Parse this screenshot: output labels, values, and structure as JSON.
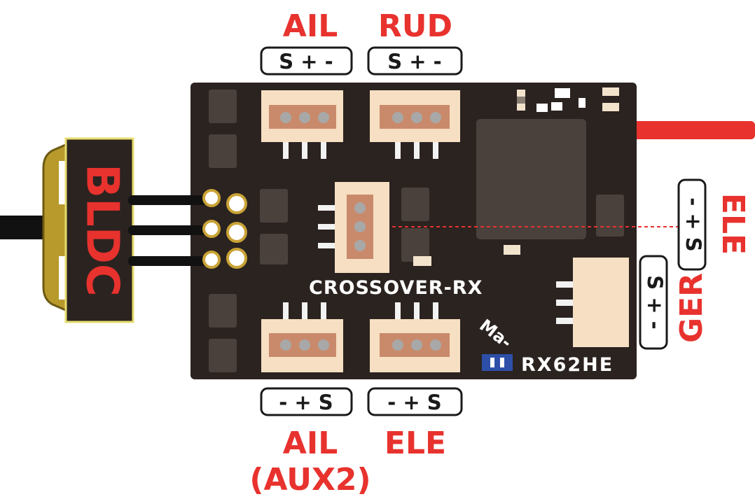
{
  "labels": {
    "ail_top": "AIL",
    "rud_top": "RUD",
    "ail_bottom_line1": "AIL",
    "ail_bottom_line2": "(AUX2)",
    "ele_bottom": "ELE",
    "ele_right": "ELE",
    "ger_right": "GER",
    "bldc": "BLDC"
  },
  "pinouts": {
    "ail_top": "S + -",
    "rud_top": "S + -",
    "ail_bottom": "- + S",
    "ele_bottom": "- + S",
    "ele_right": "- + S",
    "ger_right": "S + -"
  },
  "board": {
    "name": "CROSSOVER-RX",
    "brand": "Ma-",
    "model": "RX62HE"
  },
  "colors": {
    "label_red": "#e8322e",
    "board": "#2b2320",
    "connector": "#f6dfc2",
    "pin": "#c98a6b",
    "pad_gold": "#c9a336",
    "motor_gold": "#b89a2c"
  }
}
